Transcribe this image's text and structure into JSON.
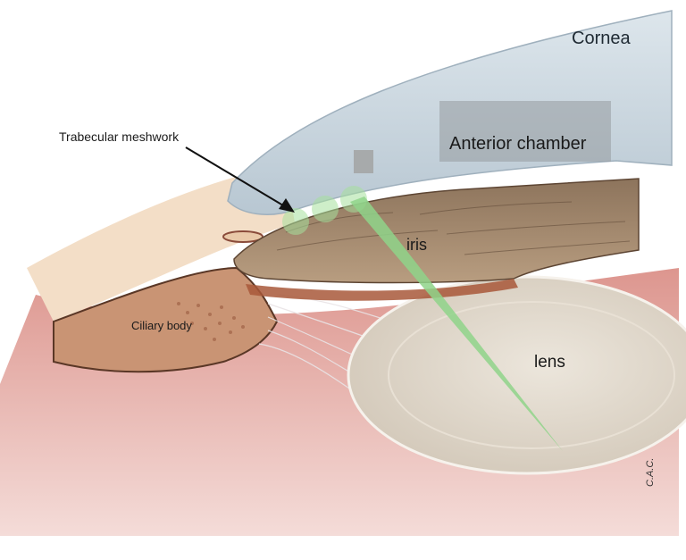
{
  "labels": {
    "cornea": "Cornea",
    "anterior_chamber": "Anterior chamber",
    "trabecular_meshwork": "Trabecular meshwork",
    "iris": "iris",
    "ciliary_body": "Ciliary body",
    "lens": "lens"
  },
  "signature": "C.A.C.",
  "colors": {
    "background": "#ffffff",
    "cornea": "#c6d2db",
    "sclera": "#f2dcc4",
    "iris": "#a1866b",
    "ciliary": "#c09070",
    "lens": "#d9d0c3",
    "choroid": "#c7706a",
    "laser_beam": "#8fd48a"
  }
}
